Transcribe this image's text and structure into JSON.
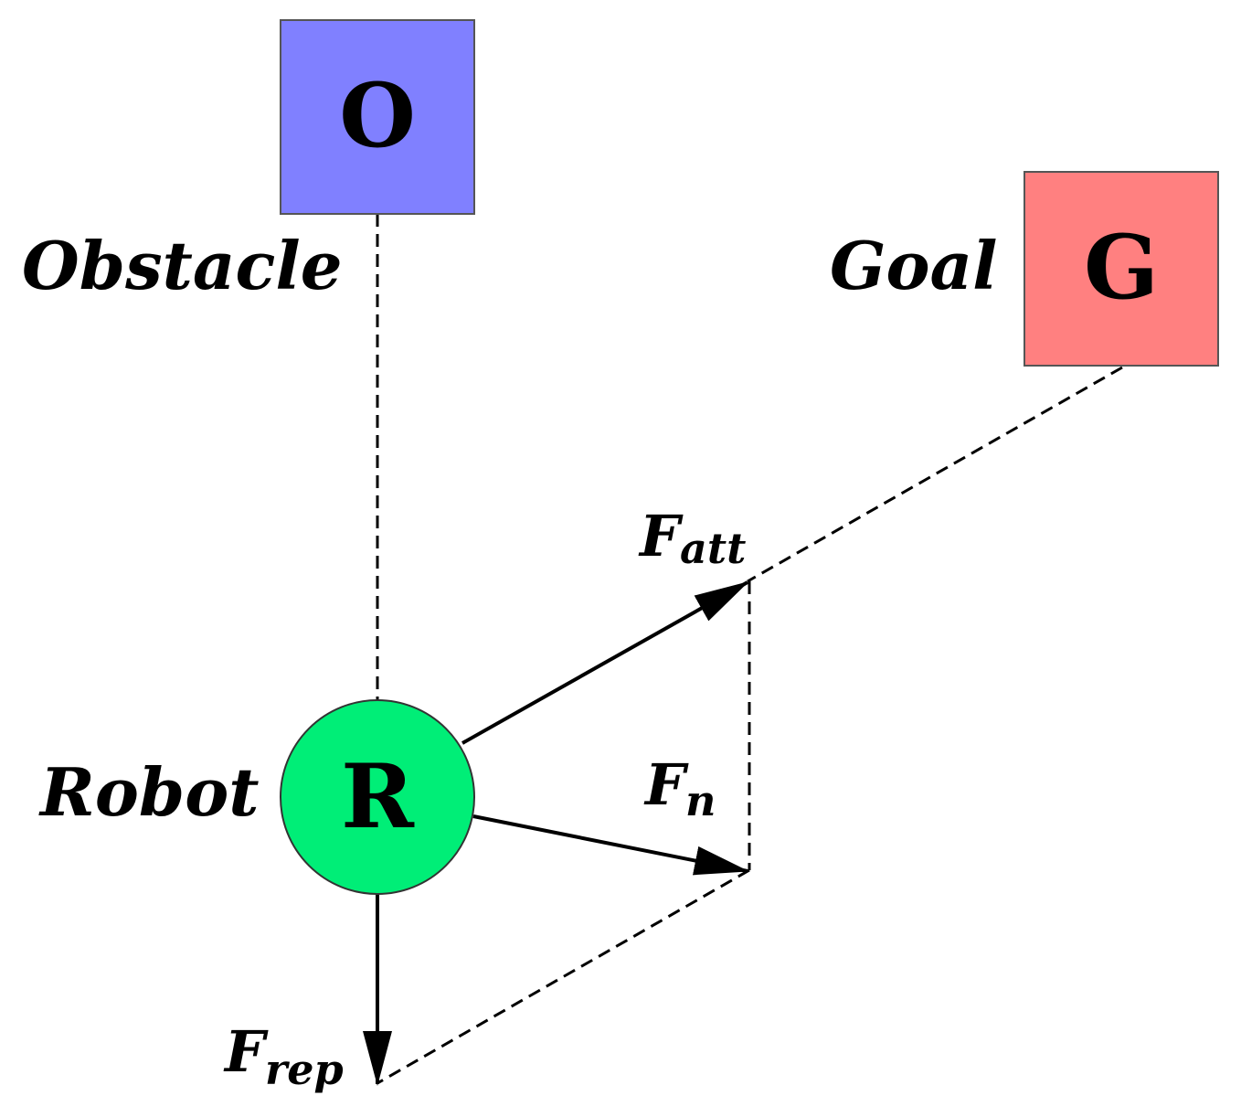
{
  "obstacle": {
    "letter": "O",
    "caption": "Obstacle",
    "color": "#8080ff"
  },
  "goal": {
    "letter": "G",
    "caption": "Goal",
    "color": "#ff8080"
  },
  "robot": {
    "letter": "R",
    "caption": "Robot",
    "color": "#00ee77"
  },
  "forces": {
    "attractive": {
      "main": "F",
      "sub": "att"
    },
    "net": {
      "main": "F",
      "sub": "n"
    },
    "repulsive": {
      "main": "F",
      "sub": "rep"
    }
  }
}
